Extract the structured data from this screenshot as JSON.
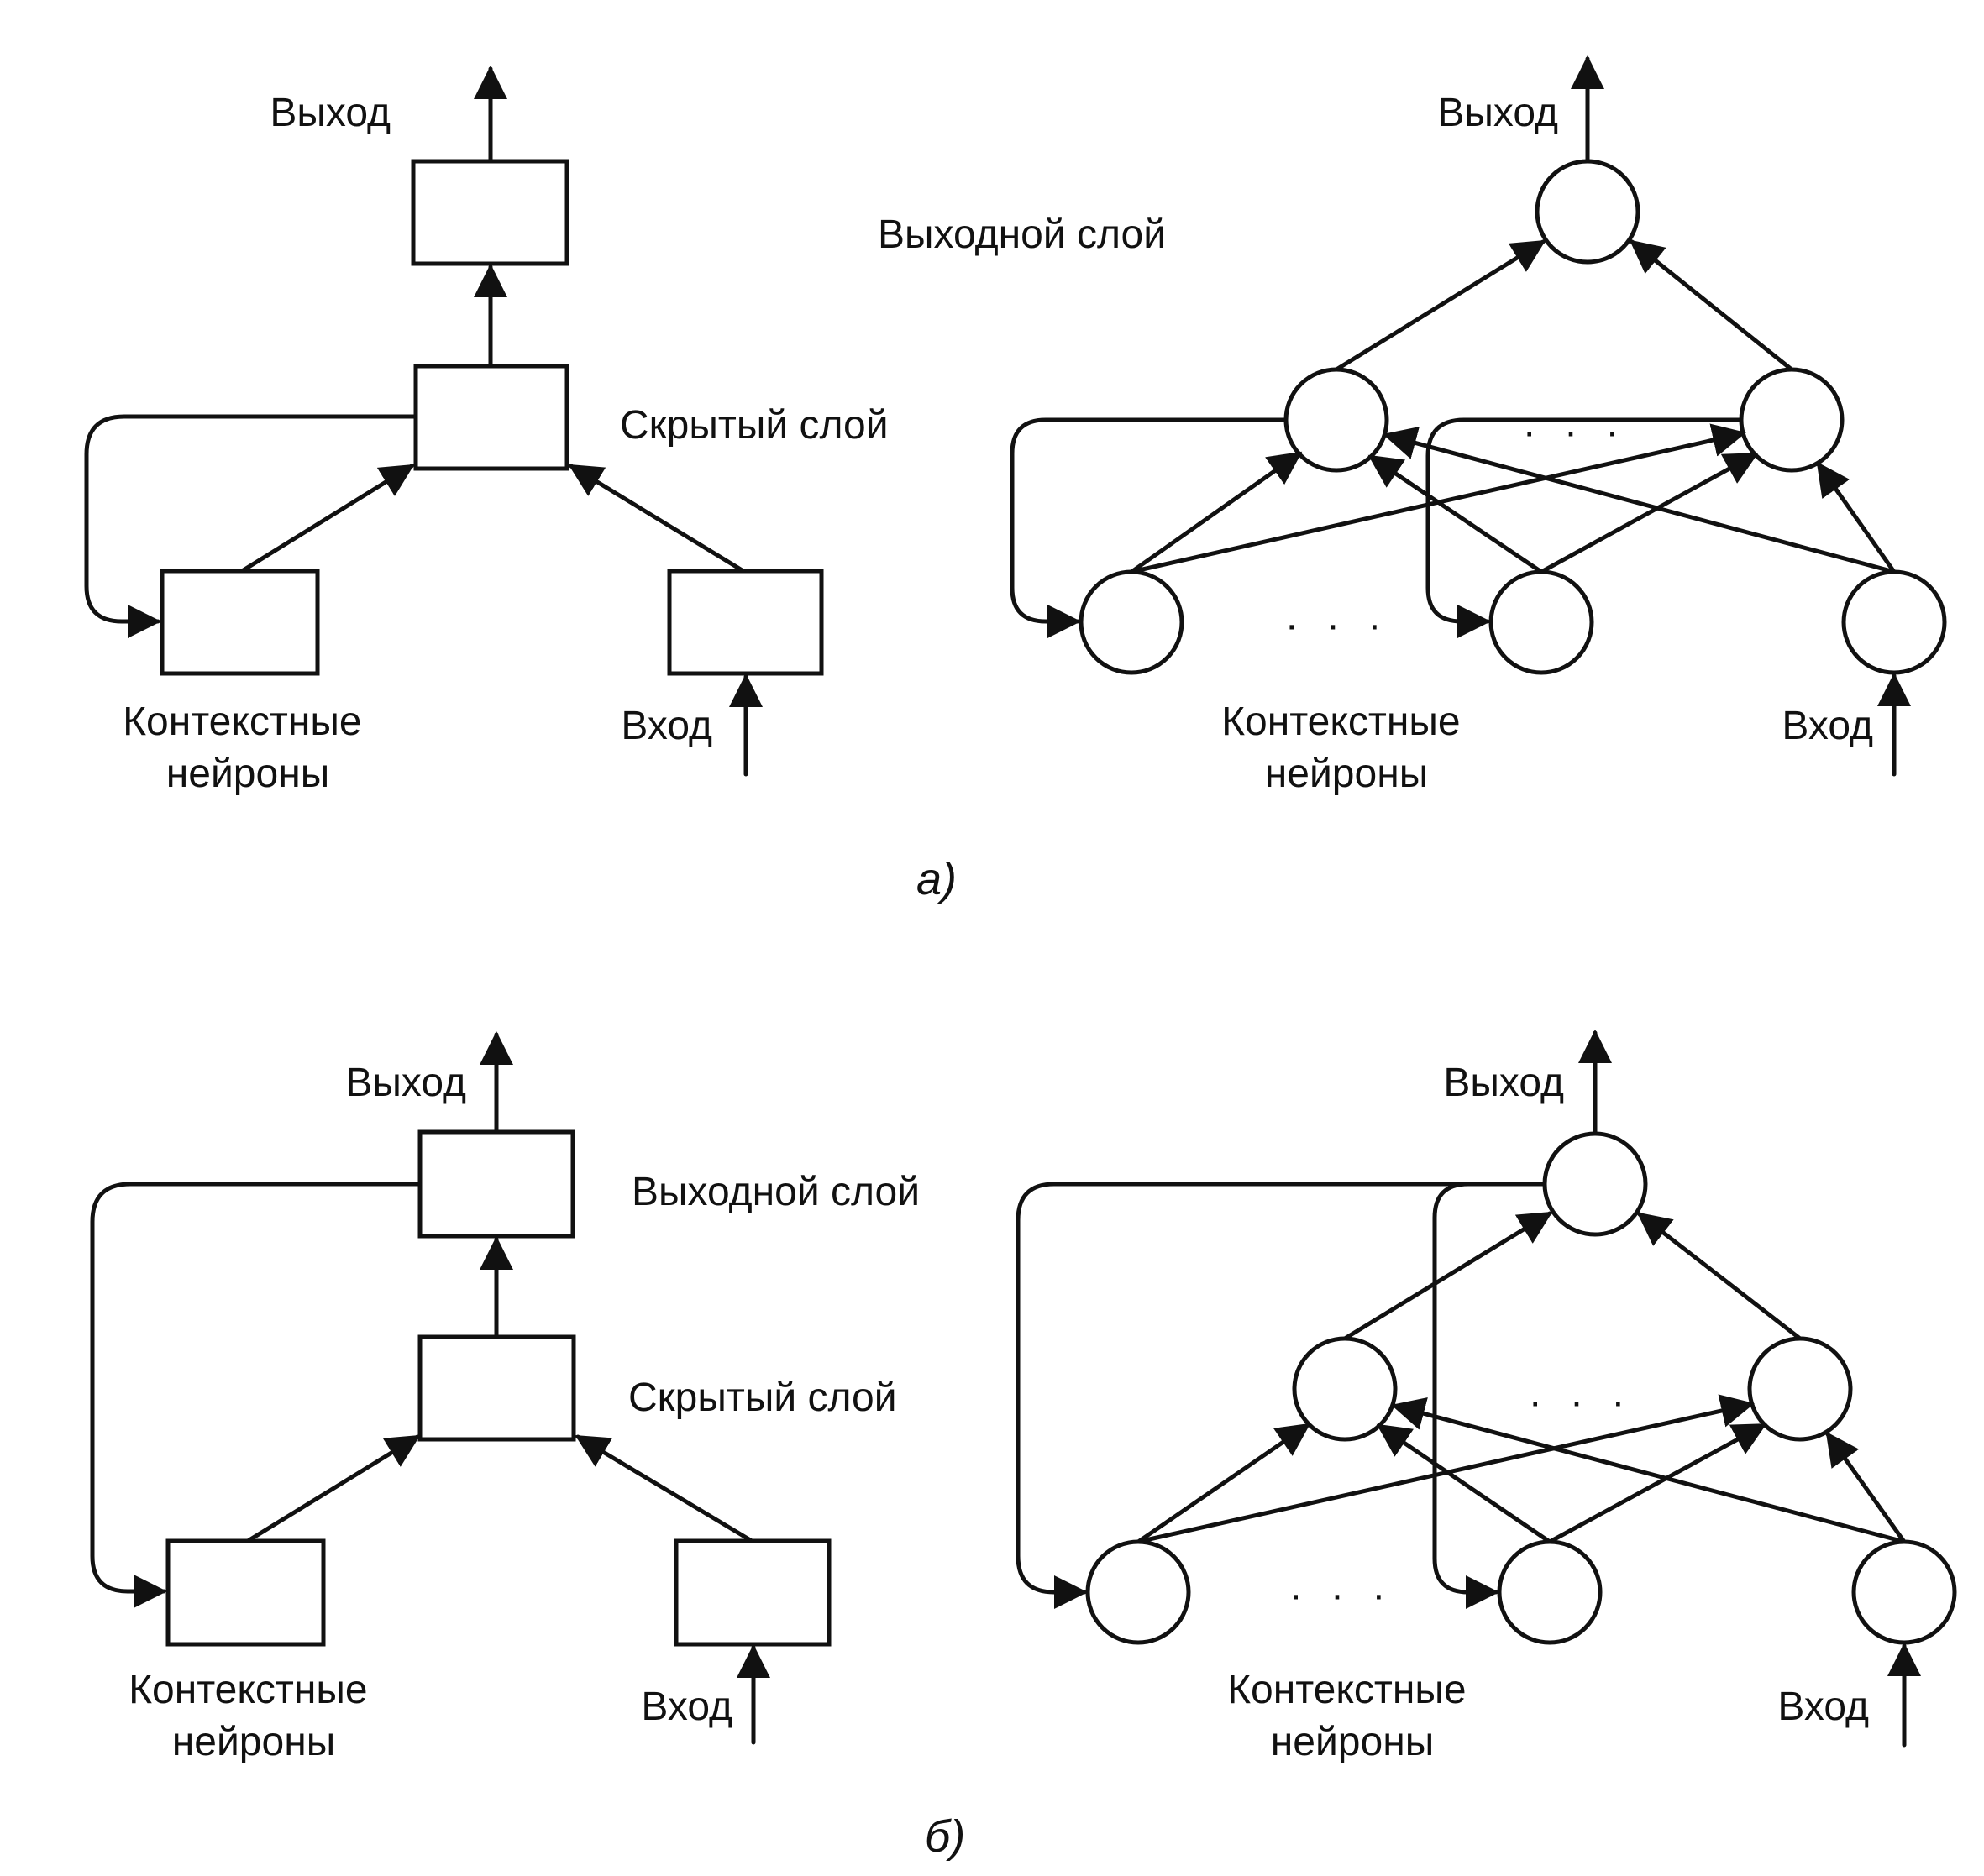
{
  "figure_a": {
    "block": {
      "output_label": "Выход",
      "output_layer_label": "Выходной слой",
      "hidden_layer_label": "Скрытый слой",
      "context_label_line1": "Контекстные",
      "context_label_line2": "нейроны",
      "input_label": "Вход"
    },
    "network": {
      "output_label": "Выход",
      "context_label_line1": "Контекстные",
      "context_label_line2": "нейроны",
      "input_label": "Вход",
      "ellipsis_hidden": "· · ·",
      "ellipsis_context": "· · ·"
    },
    "caption": "а)"
  },
  "figure_b": {
    "block": {
      "output_label": "Выход",
      "output_layer_label": "Выходной слой",
      "hidden_layer_label": "Скрытый слой",
      "context_label_line1": "Контекстные",
      "context_label_line2": "нейроны",
      "input_label": "Вход"
    },
    "network": {
      "output_label": "Выход",
      "context_label_line1": "Контекстные",
      "context_label_line2": "нейроны",
      "input_label": "Вход",
      "ellipsis_hidden": "· · ·",
      "ellipsis_context": "· · ·"
    },
    "caption": "б)"
  },
  "colors": {
    "ink": "#111111",
    "background": "#ffffff"
  }
}
